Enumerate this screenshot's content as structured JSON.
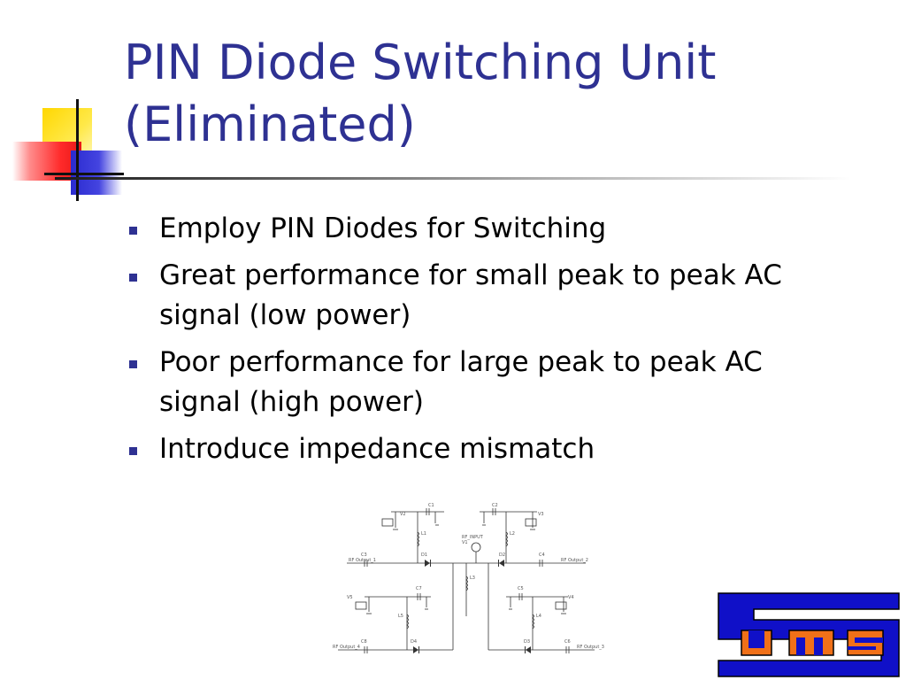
{
  "slide": {
    "title_line1": "PIN Diode Switching Unit",
    "title_line2": "(Eliminated)",
    "bullets": [
      {
        "lines": [
          "Employ PIN Diodes for Switching"
        ]
      },
      {
        "lines": [
          "Great performance for small peak to peak AC",
          "signal (low power)"
        ]
      },
      {
        "lines": [
          "Poor performance for large peak to peak AC",
          "signal (high power)"
        ]
      },
      {
        "lines": [
          "Introduce impedance mismatch"
        ]
      }
    ]
  },
  "colors": {
    "title": "#2e3192",
    "bullet_marker": "#2e3192",
    "logo_blue": "#1010c8",
    "logo_orange": "#f07018"
  },
  "schematic": {
    "C1": "C1",
    "C2": "C2",
    "C3": "C3",
    "C4": "C4",
    "C7": "C7",
    "C5": "C5",
    "C8": "C8",
    "C6": "C6",
    "L1": "L1",
    "L2": "L2",
    "L3": "L3",
    "L5": "L5",
    "L4": "L4",
    "D1": "D1",
    "D2": "D2",
    "D4": "D4",
    "D3": "D3",
    "V2": "V2",
    "V3": "V3",
    "V5": "V5",
    "V4": "V4",
    "V1": "V1",
    "out1": "RF Output_1",
    "out2": "RF Output_2",
    "out4": "RF Output_4",
    "out3": "RF Output_3",
    "rfin": "RF_INPUT"
  },
  "logo": {
    "letters": "UMS",
    "icon": "ums-logo-icon"
  }
}
